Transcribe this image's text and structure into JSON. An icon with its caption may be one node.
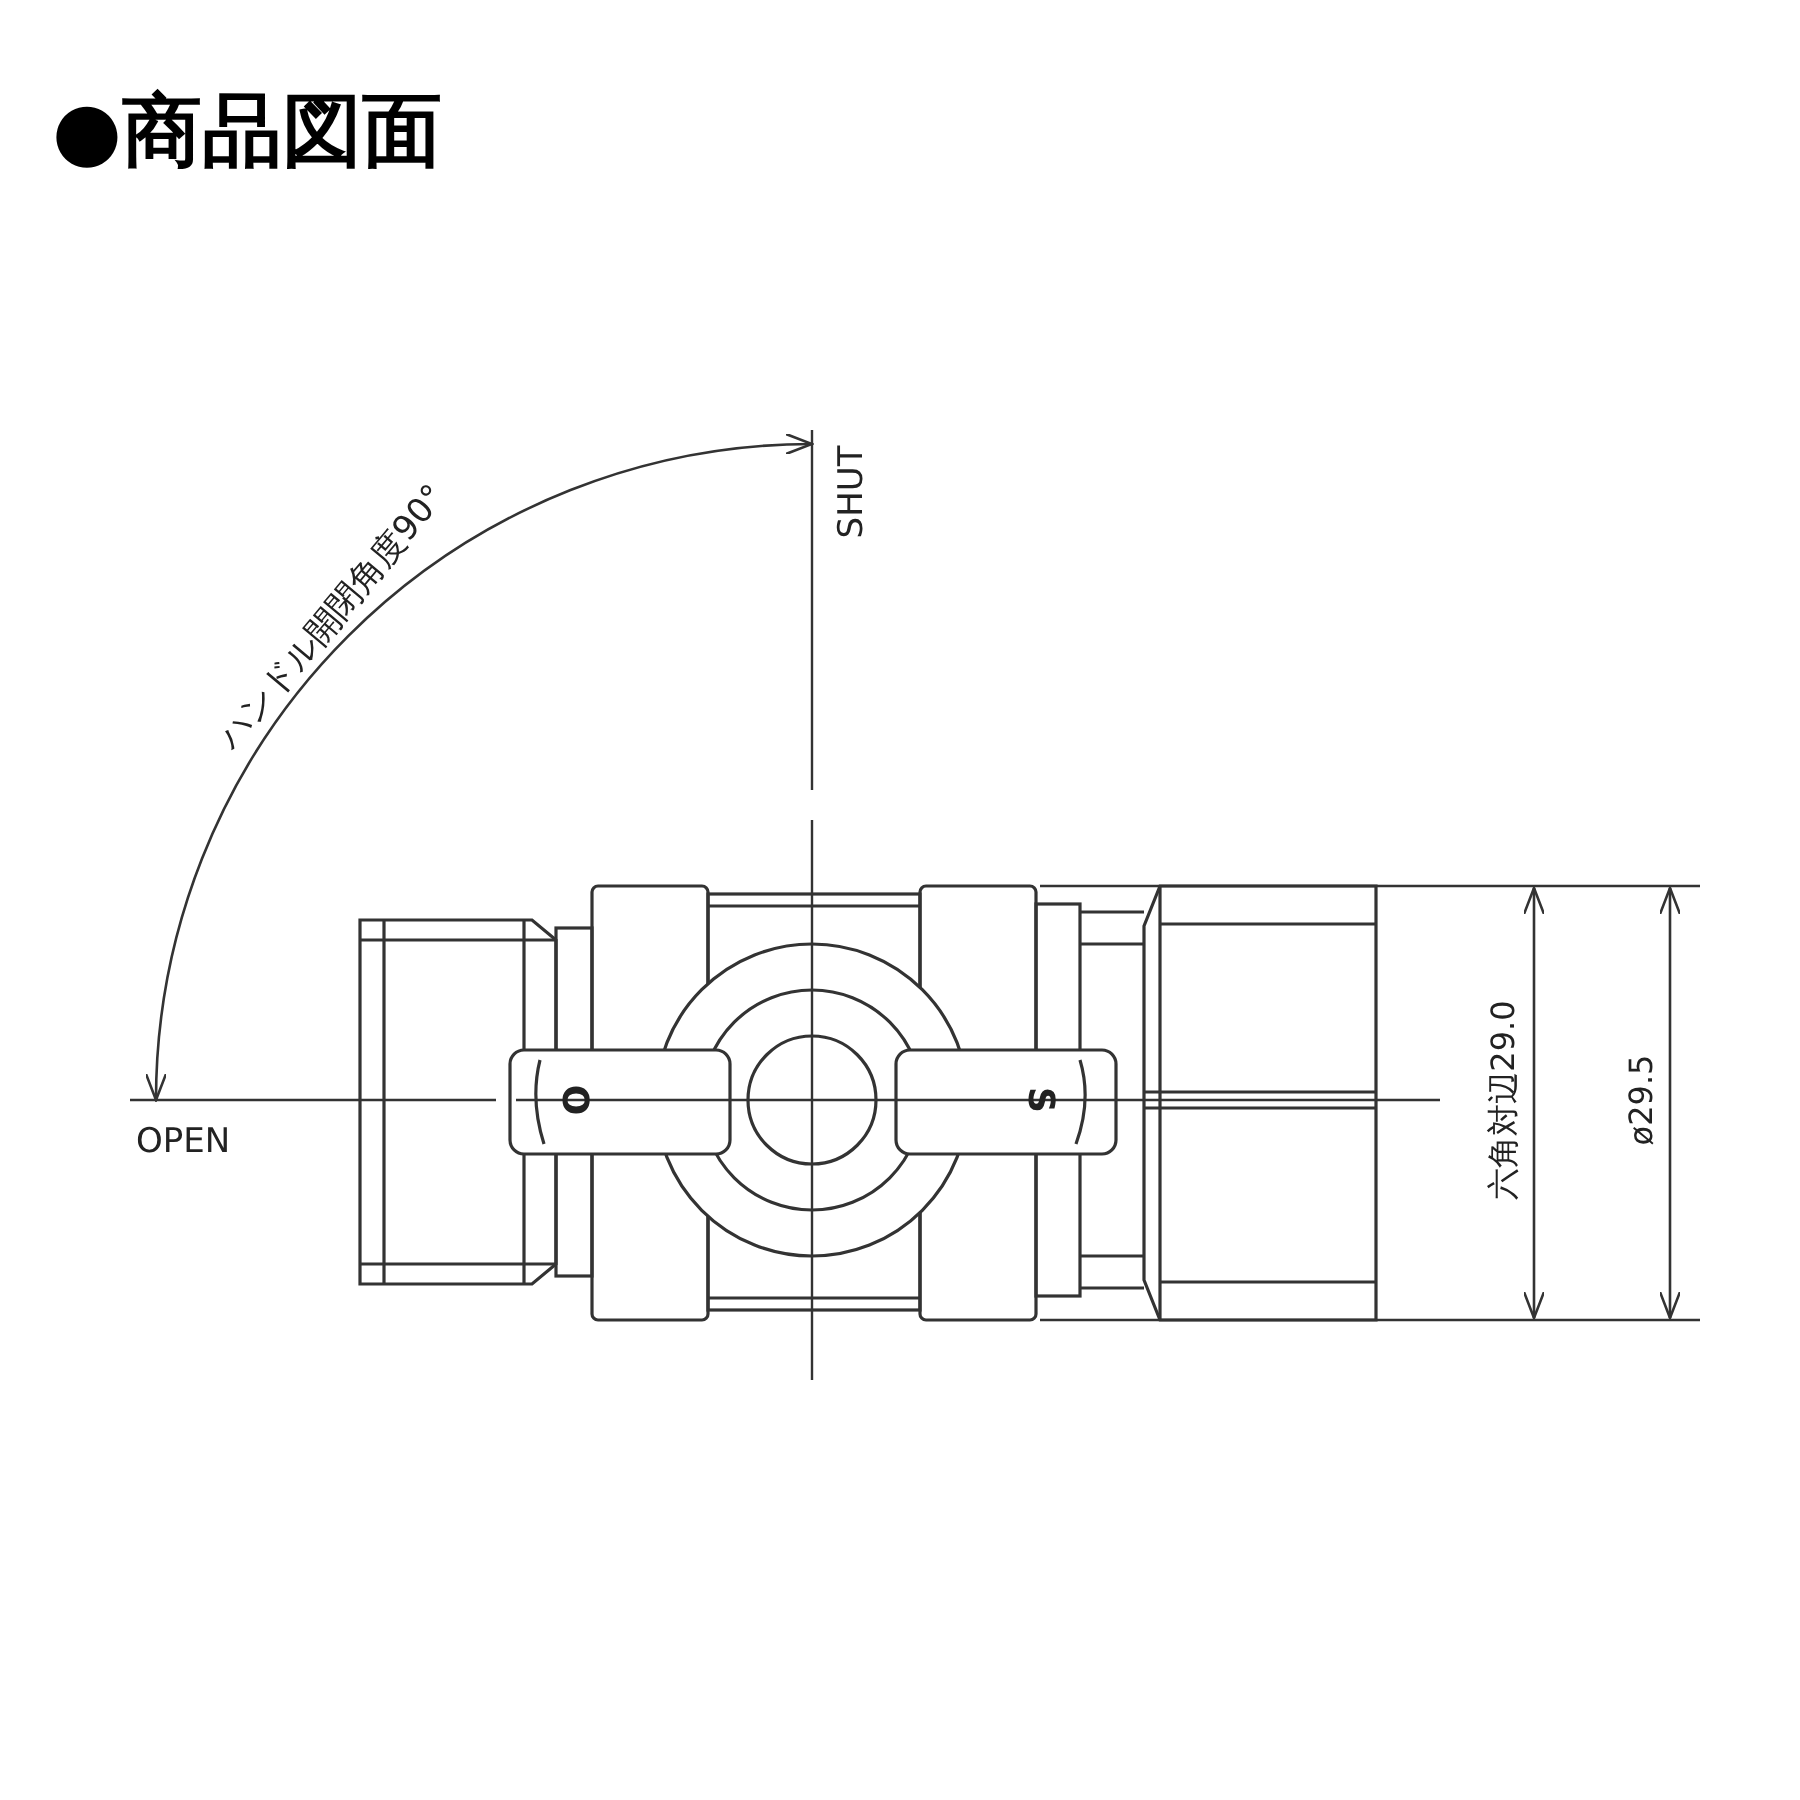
{
  "diagram": {
    "title": "●商品図面",
    "labels": [
      "SHUT",
      "ハンドル開閉角度90°",
      "OPEN",
      "O",
      "S",
      "六角対辺29.0",
      "ø29.5"
    ]
  }
}
